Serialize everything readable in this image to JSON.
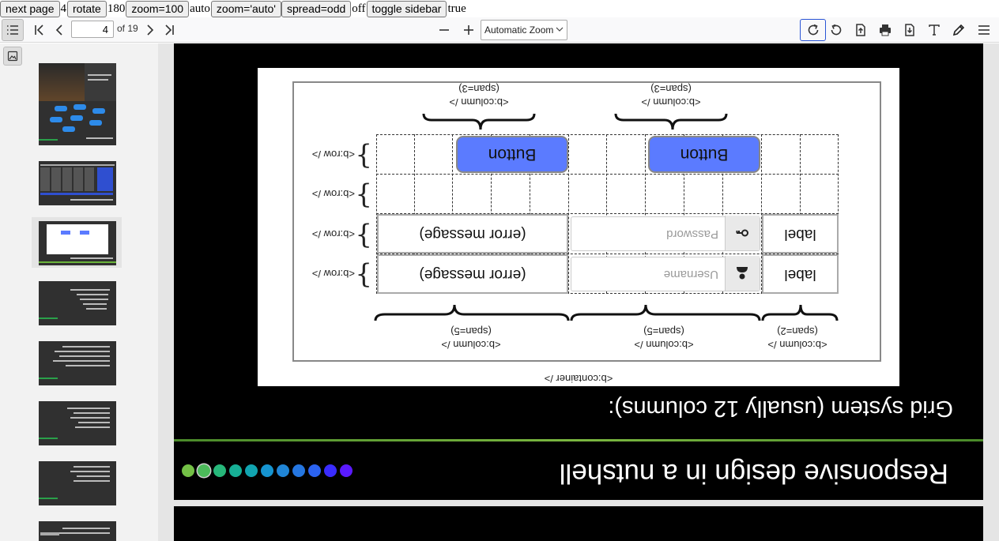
{
  "testbar": {
    "next_page": "next page",
    "page_num": "4",
    "rotate": "rotate",
    "rotation": "180",
    "zoom100": "zoom=100",
    "zoom_value": "auto",
    "zoom_auto": "zoom='auto'",
    "spread_odd": "spread=odd",
    "spread_value": "off",
    "toggle_sidebar": "toggle sidebar",
    "sidebar_value": "true"
  },
  "toolbar": {
    "page_input": "4",
    "page_count": "of 19",
    "zoom_label": "Automatic Zoom"
  },
  "slide": {
    "title": "Responsive design in a nutshell",
    "subtitle": "Grid system (usually 12 columns):",
    "dot_colors": [
      "#5a1aff",
      "#3a2cff",
      "#2b63f0",
      "#2576e0",
      "#2085d6",
      "#1694d0",
      "#11a4b0",
      "#17b096",
      "#27b77a",
      "#4cba5a",
      "#74c046"
    ],
    "active_dot": 9,
    "figure": {
      "container": "<b:container />",
      "row": "<b:row />",
      "label_1": "label",
      "label_2": "label",
      "username": "Username",
      "password": "Password",
      "error_1": "(error message)",
      "error_2": "(error message)",
      "button_1": "Button",
      "button_2": "Button",
      "col_a_tag": "<b:column />",
      "col_a_span": "(span=2)",
      "col_b_tag": "<b:column />",
      "col_b_span": "(span=5)",
      "col_c_tag": "<b:column />",
      "col_c_span": "(span=5)",
      "col_d_tag": "<b:column />",
      "col_d_span": "(span=3)",
      "col_e_tag": "<b:column />",
      "col_e_span": "(span=3)"
    }
  },
  "sidebar": {
    "selected_index": 3,
    "thumb_count": 8
  }
}
